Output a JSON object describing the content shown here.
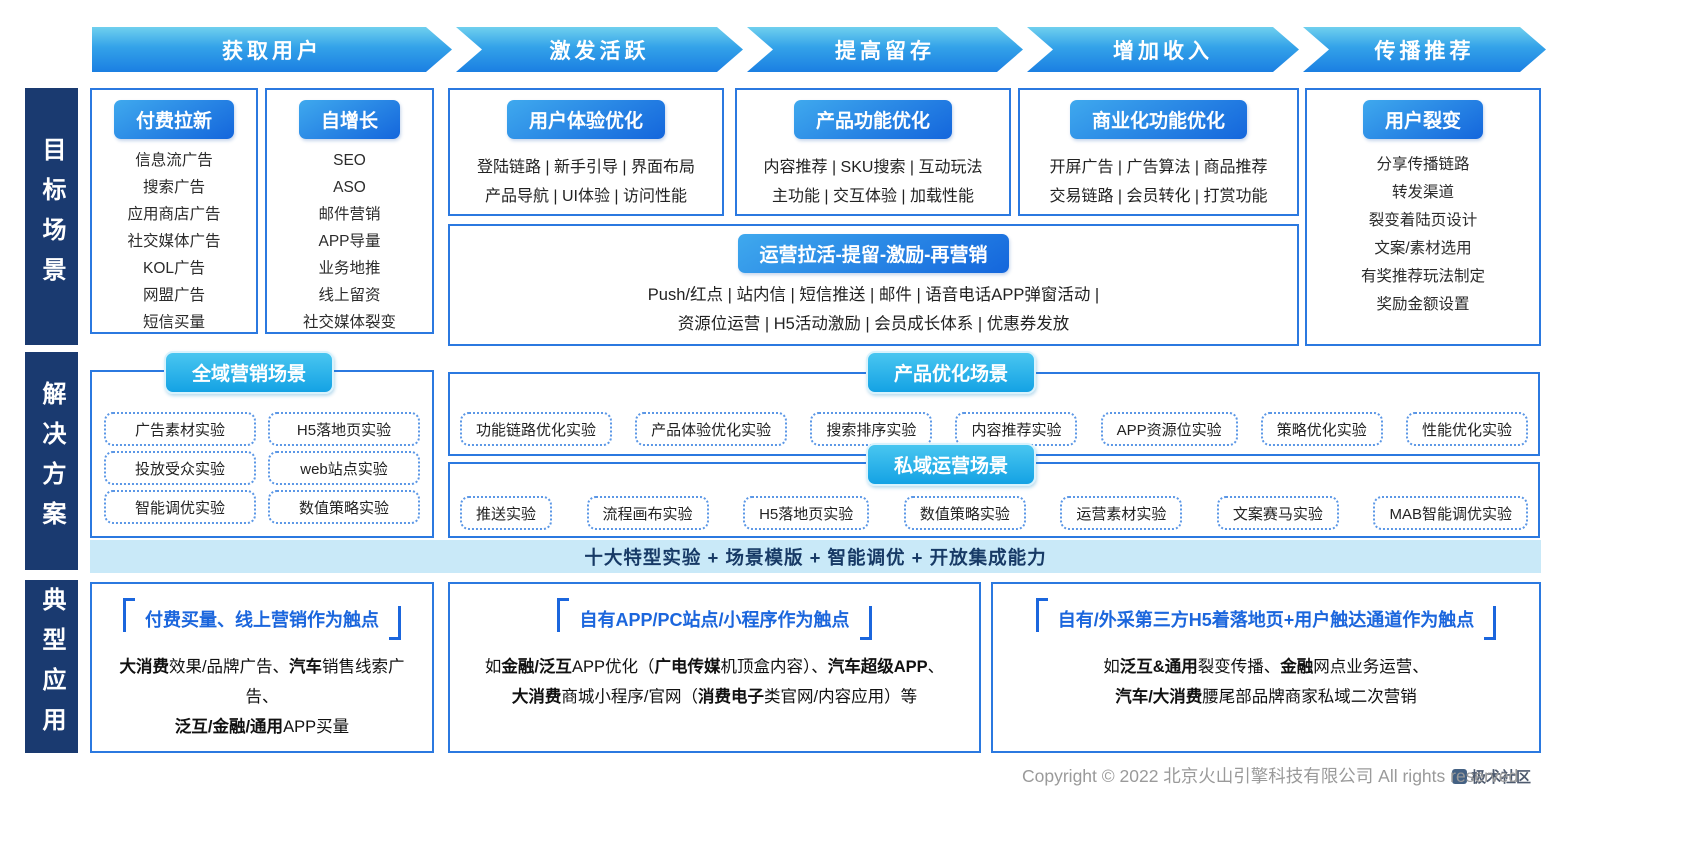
{
  "funnel_stages": [
    "获取用户",
    "激发活跃",
    "提高留存",
    "增加收入",
    "传播推荐"
  ],
  "side_labels": {
    "target": "目标场景",
    "solution": "解决方案",
    "application": "典型应用"
  },
  "target_scene": {
    "paid_acquisition": {
      "title": "付费拉新",
      "items": [
        "信息流广告",
        "搜索广告",
        "应用商店广告",
        "社交媒体广告",
        "KOL广告",
        "网盟广告",
        "短信买量"
      ]
    },
    "organic_growth": {
      "title": "自增长",
      "items": [
        "SEO",
        "ASO",
        "邮件营销",
        "APP导量",
        "业务地推",
        "线上留资",
        "社交媒体裂变"
      ]
    },
    "ux_optimization": {
      "title": "用户体验优化",
      "lines": [
        "登陆链路 | 新手引导 | 界面布局",
        "产品导航 | UI体验 | 访问性能"
      ]
    },
    "feature_optimization": {
      "title": "产品功能优化",
      "lines": [
        "内容推荐 | SKU搜索 | 互动玩法",
        "主功能 | 交互体验 | 加载性能"
      ]
    },
    "monetization_optimization": {
      "title": "商业化功能优化",
      "lines": [
        "开屏广告 | 广告算法 | 商品推荐",
        "交易链路 | 会员转化 | 打赏功能"
      ]
    },
    "user_fission": {
      "title": "用户裂变",
      "items": [
        "分享传播链路",
        "转发渠道",
        "裂变着陆页设计",
        "文案/素材选用",
        "有奖推荐玩法制定",
        "奖励金额设置"
      ]
    },
    "operation_reactivation": {
      "title": "运营拉活-提留-激励-再营销",
      "lines": [
        "Push/红点 | 站内信 | 短信推送 | 邮件 | 语音电话APP弹窗活动 |",
        "资源位运营 | H5活动激励 | 会员成长体系 | 优惠券发放"
      ]
    }
  },
  "solutions": {
    "global_marketing": {
      "title": "全域营销场景",
      "chips": [
        "广告素材实验",
        "H5落地页实验",
        "投放受众实验",
        "web站点实验",
        "智能调优实验",
        "数值策略实验"
      ]
    },
    "product_optimization": {
      "title": "产品优化场景",
      "chips": [
        "功能链路优化实验",
        "产品体验优化实验",
        "搜索排序实验",
        "内容推荐实验",
        "APP资源位实验",
        "策略优化实验",
        "性能优化实验"
      ]
    },
    "private_operation": {
      "title": "私域运营场景",
      "chips": [
        "推送实验",
        "流程画布实验",
        "H5落地页实验",
        "数值策略实验",
        "运营素材实验",
        "文案赛马实验",
        "MAB智能调优实验"
      ]
    },
    "capability_bar": "十大特型实验 + 场景模版 + 智能调优 + 开放集成能力"
  },
  "applications": {
    "paid_touchpoint": {
      "title": "付费买量、线上营销作为触点",
      "body": [
        {
          "t": "大消费",
          "b": true
        },
        {
          "t": "效果/品牌广告、",
          "b": false
        },
        {
          "t": "汽车",
          "b": true
        },
        {
          "t": "销售线索广告、",
          "b": false
        },
        {
          "br": true
        },
        {
          "t": "泛互/金融/通用",
          "b": true
        },
        {
          "t": "APP买量",
          "b": false
        }
      ]
    },
    "owned_touchpoint": {
      "title": "自有APP/PC站点/小程序作为触点",
      "body": [
        {
          "t": "如",
          "b": false
        },
        {
          "t": "金融/泛互",
          "b": true
        },
        {
          "t": "APP优化（",
          "b": false
        },
        {
          "t": "广电传媒",
          "b": true
        },
        {
          "t": "机顶盒内容）、",
          "b": false
        },
        {
          "t": "汽车超级APP",
          "b": true
        },
        {
          "t": "、",
          "b": false
        },
        {
          "br": true
        },
        {
          "t": "大消费",
          "b": true
        },
        {
          "t": "商城小程序/官网（",
          "b": false
        },
        {
          "t": "消费电子",
          "b": true
        },
        {
          "t": "类官网/内容应用）等",
          "b": false
        }
      ]
    },
    "h5_touchpoint": {
      "title": "自有/外采第三方H5着落地页+用户触达通道作为触点",
      "body": [
        {
          "t": "如",
          "b": false
        },
        {
          "t": "泛互&通用",
          "b": true
        },
        {
          "t": "裂变传播、",
          "b": false
        },
        {
          "t": "金融",
          "b": true
        },
        {
          "t": "网点业务运营、",
          "b": false
        },
        {
          "br": true
        },
        {
          "t": "汽车/大消费",
          "b": true
        },
        {
          "t": "腰尾部品牌商家私域二次营销",
          "b": false
        }
      ]
    }
  },
  "footer": {
    "copyright": "Copyright © 2022 北京火山引擎科技有限公司 All rights reserved",
    "watermark": "极术社区"
  },
  "colors": {
    "accent_blue": "#1b6fe0",
    "cyan": "#1aa7e5",
    "navy": "#1a3a70",
    "strip_bg": "#c9e9f8"
  }
}
